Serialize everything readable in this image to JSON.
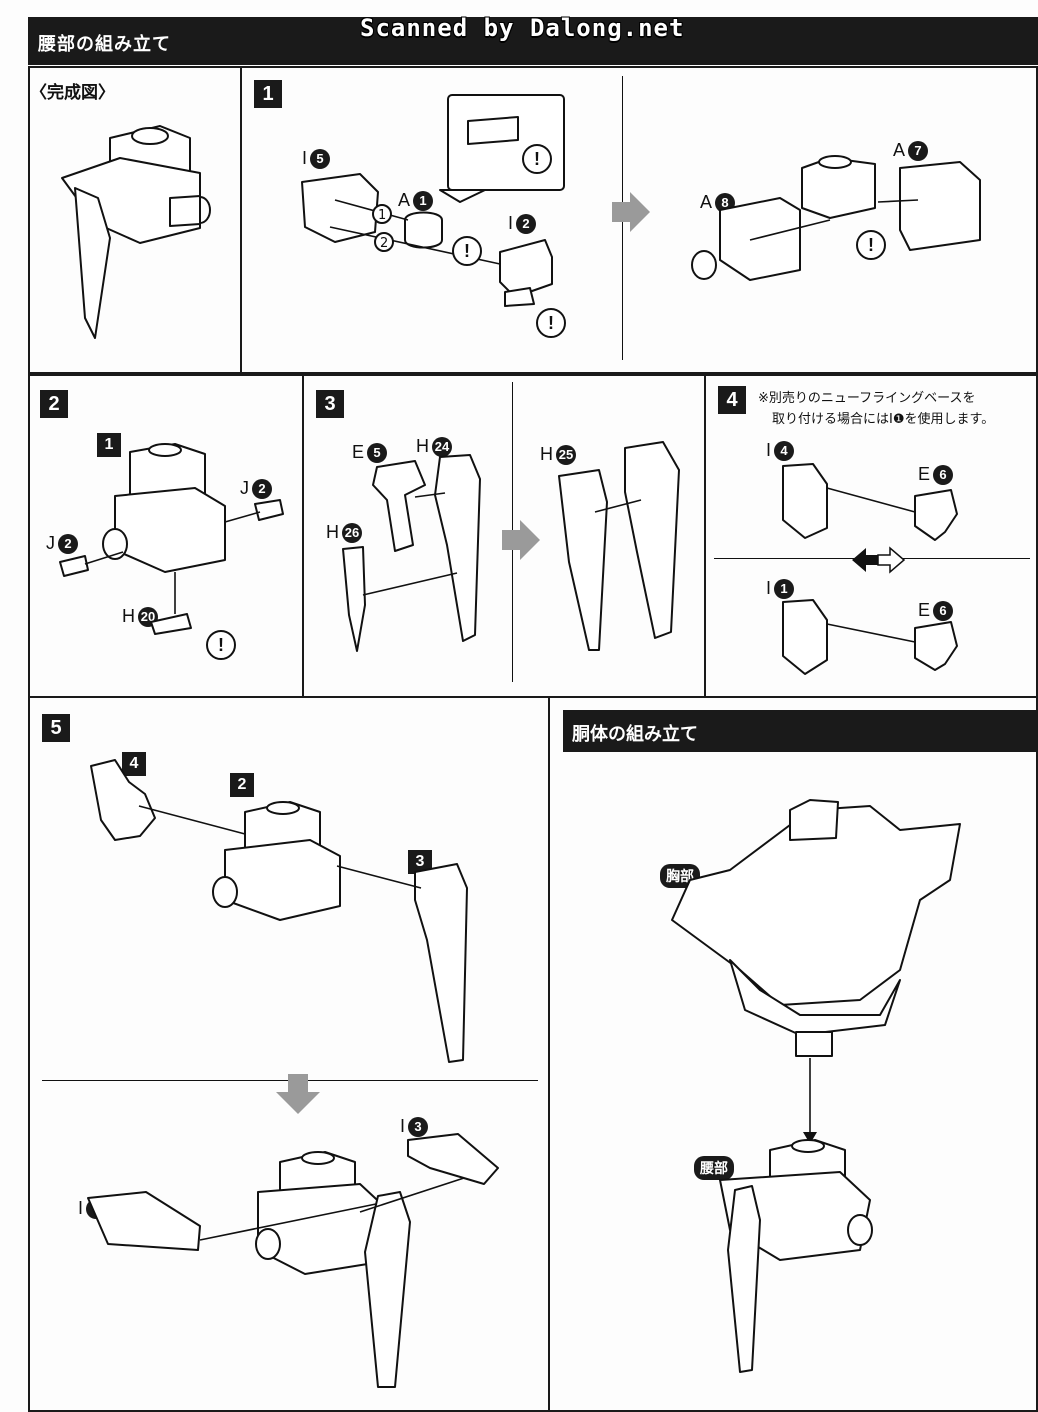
{
  "header": {
    "title": "腰部の組み立て"
  },
  "watermark": "Scanned by Dalong.net",
  "complete": {
    "label": "〈完成図〉"
  },
  "steps": {
    "s1": {
      "num": "1",
      "parts": {
        "i5": "I",
        "i5n": "5",
        "a1": "A",
        "a1n": "1",
        "i2": "I",
        "i2n": "2",
        "a8": "A",
        "a8n": "8",
        "a7": "A",
        "a7n": "7"
      },
      "order1": "1",
      "order2": "2"
    },
    "s2": {
      "num": "2",
      "sub": "1",
      "j2a": "J",
      "j2an": "2",
      "j2b": "J",
      "j2bn": "2",
      "h20": "H",
      "h20n": "20"
    },
    "s3": {
      "num": "3",
      "e5": "E",
      "e5n": "5",
      "h24": "H",
      "h24n": "24",
      "h26": "H",
      "h26n": "26",
      "h25": "H",
      "h25n": "25"
    },
    "s4": {
      "num": "4",
      "note_line1": "※別売りのニューフライングベースを",
      "note_line2": "取り付ける場合にはI❶を使用します。",
      "i4": "I",
      "i4n": "4",
      "e6a": "E",
      "e6an": "6",
      "i1": "I",
      "i1n": "1",
      "e6b": "E",
      "e6bn": "6"
    },
    "s5": {
      "num": "5",
      "sub4": "4",
      "sub2": "2",
      "sub3": "3",
      "i3": "I",
      "i3n": "3",
      "i6": "I",
      "i6n": "6"
    }
  },
  "torso": {
    "title": "胴体の組み立て",
    "chest": "胸部",
    "waist": "腰部"
  },
  "caution_glyph": "!"
}
